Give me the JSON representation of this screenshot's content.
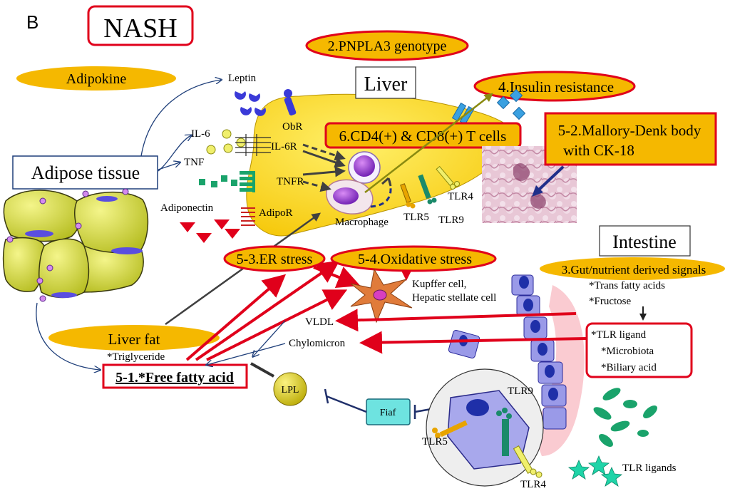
{
  "panel_label": "B",
  "title": "NASH",
  "labels": {
    "pnpla3": "2.PNPLA3 genotype",
    "liver": "Liver",
    "insulin": "4.Insulin resistance",
    "adipokine": "Adipokine",
    "leptin": "Leptin",
    "obr": "ObR",
    "tcells": "6.CD4(+) & CD8(+) T cells",
    "mallory_line1": "5-2.Mallory-Denk body",
    "mallory_line2": "with CK-18",
    "il6": "IL-6",
    "il6r": "IL-6R",
    "tnf": "TNF",
    "tnfr": "TNFR",
    "adipose": "Adipose tissue",
    "adiponectin": "Adiponectin",
    "adipor": "AdipoR",
    "macrophage": "Macrophage",
    "tlr5_liver": "TLR5",
    "tlr9_liver": "TLR9",
    "tlr4_liver": "TLR4",
    "intestine": "Intestine",
    "er_stress": "5-3.ER stress",
    "ox_stress": "5-4.Oxidative stress",
    "gut_signals": "3.Gut/nutrient derived signals",
    "trans_fat": "*Trans fatty acids",
    "fructose": "*Fructose",
    "kupffer_line1": "Kupffer cell,",
    "kupffer_line2": "Hepatic stellate cell",
    "vldl": "VLDL",
    "chylomicron": "Chylomicron",
    "tlr_ligand": "*TLR ligand",
    "microbiota": "*Microbiota",
    "biliary": "*Biliary acid",
    "liver_fat": "Liver fat",
    "triglyceride": "*Triglyceride",
    "ffa": "5-1.*Free fatty acid",
    "lpl": "LPL",
    "fiaf": "Fiaf",
    "tlr9_gut": "TLR9",
    "tlr5_gut": "TLR5",
    "tlr4_gut": "TLR4",
    "tlr_ligands": "TLR ligands"
  },
  "colors": {
    "liver": "#ffd21f",
    "adipose": "#cfd435",
    "orange_label": "#f5b800",
    "red_border": "#e0001b",
    "blue_line": "#1f3f7a",
    "intestine": "#8f8fe6",
    "green": "#1aa36b"
  }
}
